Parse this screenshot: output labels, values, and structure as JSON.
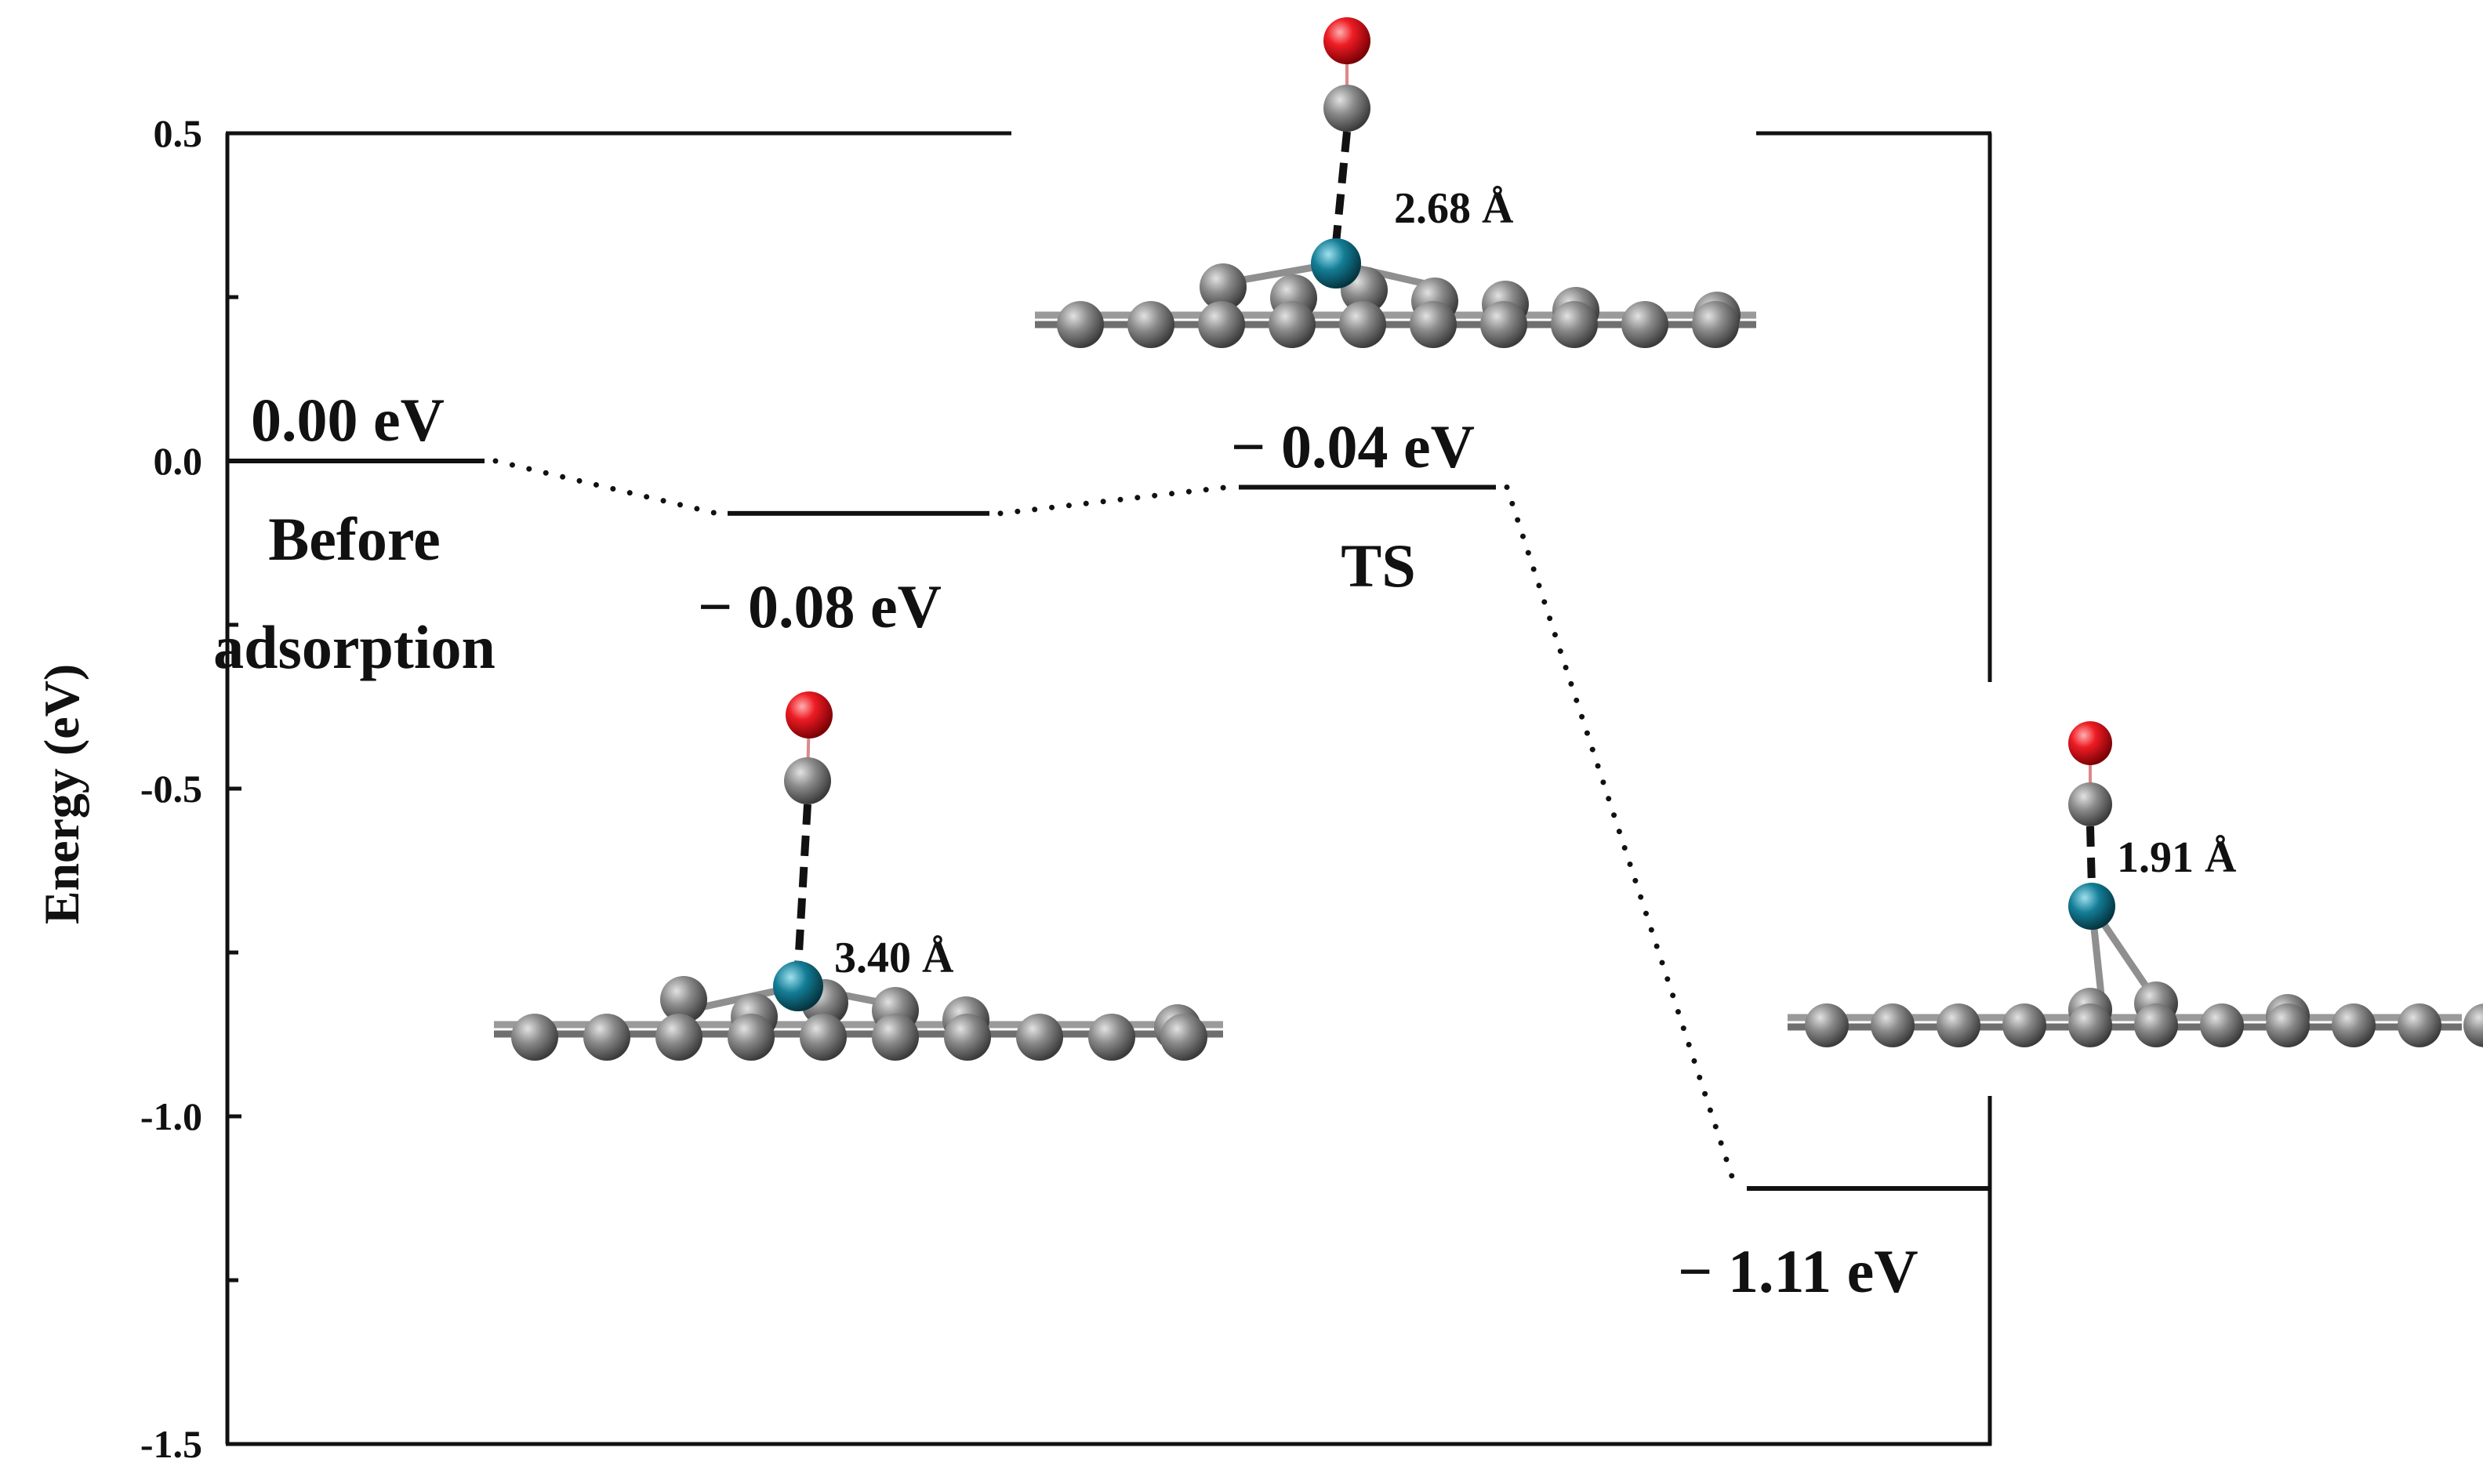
{
  "chart_data": {
    "type": "energy-profile",
    "ylabel": "Energy (eV)",
    "ylim": [
      -1.5,
      0.5
    ],
    "yticks": [
      {
        "value": 0.5,
        "label": "0.5"
      },
      {
        "value": 0.0,
        "label": "0.0"
      },
      {
        "value": -0.5,
        "label": "-0.5"
      },
      {
        "value": -1.0,
        "label": "-1.0"
      },
      {
        "value": -1.5,
        "label": "-1.5"
      }
    ],
    "y_minor_ticks": [
      0.25,
      -0.25,
      -0.75,
      -1.25
    ],
    "levels": [
      {
        "id": "before",
        "energy": 0.0,
        "energy_label": "0.00 eV",
        "state_label": [
          "Before",
          "adsorption"
        ]
      },
      {
        "id": "adsorbed",
        "energy": -0.08,
        "energy_label": "− 0.08 eV",
        "state_label": []
      },
      {
        "id": "ts",
        "energy": -0.04,
        "energy_label": "− 0.04 eV",
        "state_label": [
          "TS"
        ]
      },
      {
        "id": "final",
        "energy": -1.11,
        "energy_label": "− 1.11 eV",
        "state_label": []
      }
    ],
    "structures": [
      {
        "id": "adsorbed-structure",
        "distance_label": "3.40 Å"
      },
      {
        "id": "ts-structure",
        "distance_label": "2.68 Å"
      },
      {
        "id": "final-structure",
        "distance_label": "1.91 Å"
      }
    ],
    "colors": {
      "carbon": "#7d7d7d",
      "oxygen": "#e8141b",
      "metal": "#137d96",
      "axis": "#111111"
    }
  }
}
